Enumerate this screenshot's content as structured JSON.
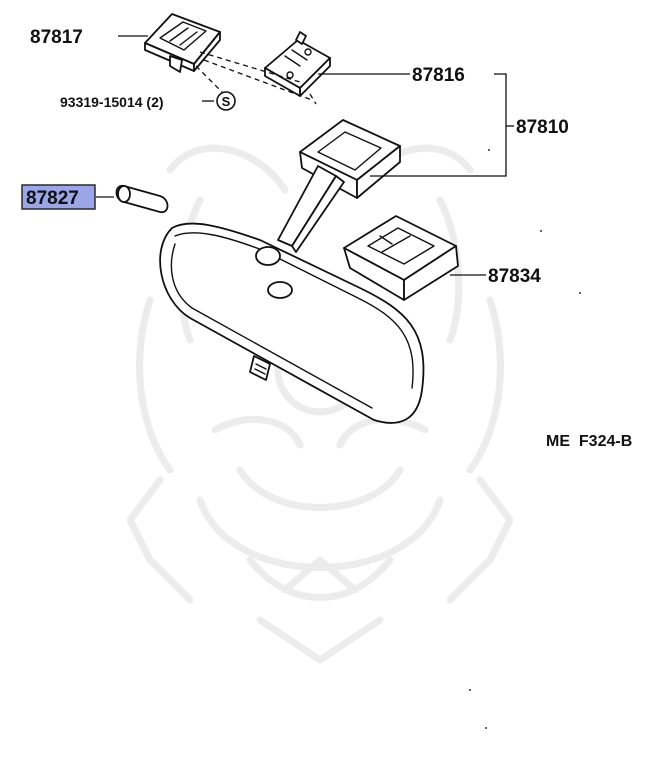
{
  "diagram": {
    "parts": {
      "p87817": "87817",
      "p93319": "93319-15014 (2)",
      "p93319_symbol": "S",
      "p87816": "87816",
      "p87810": "87810",
      "p87827": "87827",
      "p87834": "87834"
    },
    "highlighted_part": "87827",
    "diagram_code": "ME  F324-B",
    "highlight_color": "#9aa6e8",
    "watermark_icon": "samurai-mask-watermark-icon"
  }
}
